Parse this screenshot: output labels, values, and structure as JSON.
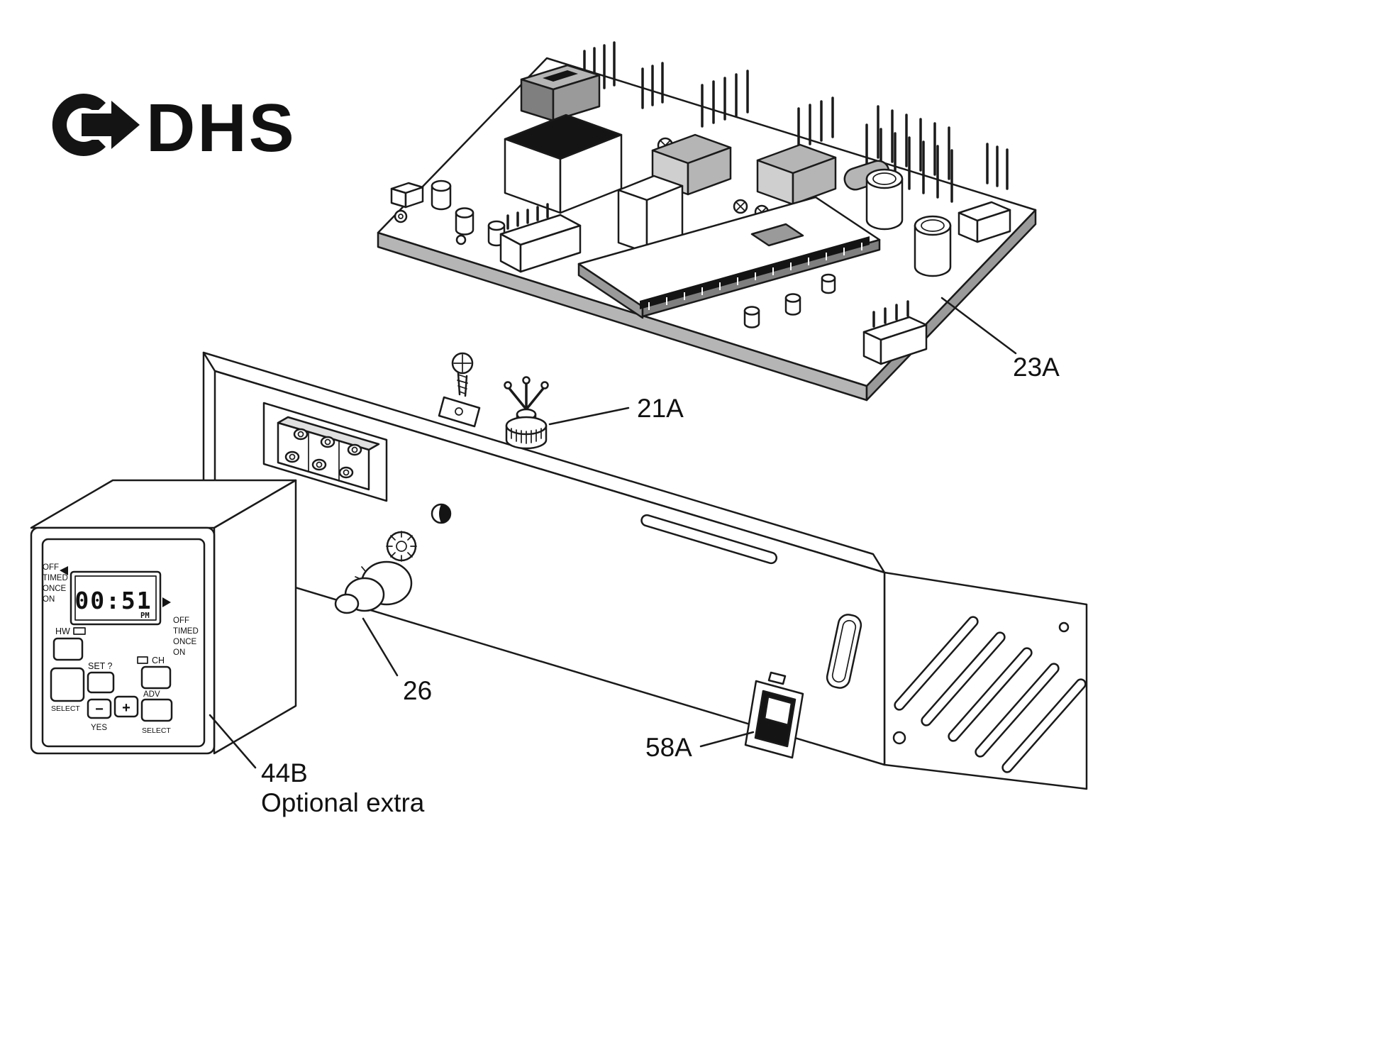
{
  "logo": {
    "text": "DHS"
  },
  "callouts": {
    "pcb": "23A",
    "sensor": "21A",
    "knob": "26",
    "timer": "44B",
    "timer_note": "Optional extra",
    "switch": "58A"
  },
  "timer": {
    "modes_left": [
      "OFF",
      "TIMED",
      "ONCE",
      "ON"
    ],
    "modes_right": [
      "OFF",
      "TIMED",
      "ONCE",
      "ON"
    ],
    "display": {
      "time": "00:51",
      "meridiem": "PM"
    },
    "icons": {
      "left_arrow": "left-triangle",
      "right_arrow": "right-triangle"
    },
    "labels": {
      "hw": "HW",
      "set": "SET ?",
      "ch": "CH",
      "select_left": "SELECT",
      "yes": "YES",
      "adv": "ADV",
      "select_right": "SELECT"
    },
    "buttons": {
      "minus": "−",
      "plus": "+"
    }
  },
  "colors": {
    "ink": "#1a1a1a",
    "paper": "#ffffff",
    "gray_light": "#cfcfcf",
    "gray_mid": "#b5b5b5",
    "gray_dark": "#7f7f7f"
  }
}
